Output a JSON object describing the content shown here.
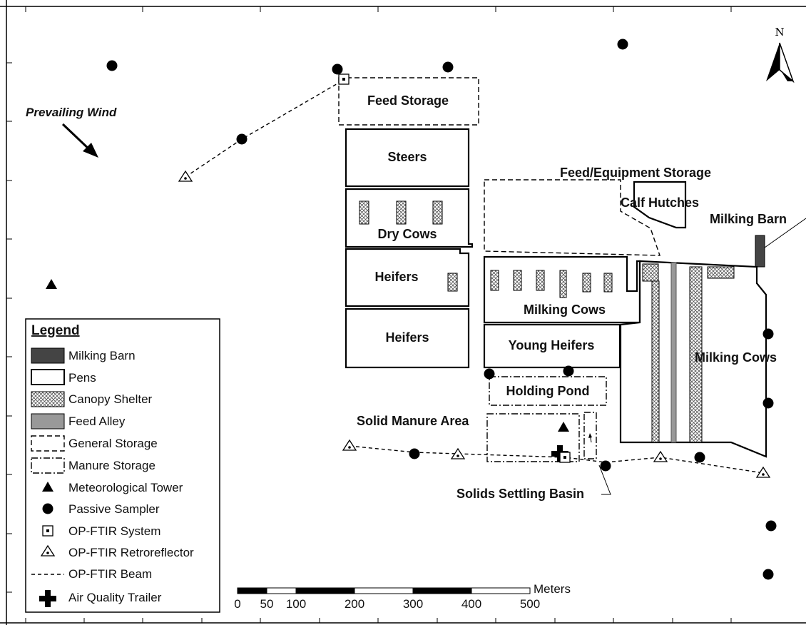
{
  "labels": {
    "prevailing_wind": "Prevailing Wind",
    "north": "N",
    "feed_storage": "Feed Storage",
    "steers": "Steers",
    "dry_cows": "Dry Cows",
    "heifers_1": "Heifers",
    "heifers_2": "Heifers",
    "feed_equipment_storage": "Feed/Equipment Storage",
    "calf_hutches": "Calf Hutches",
    "milking_barn": "Milking Barn",
    "milking_cows_1": "Milking Cows",
    "milking_cows_2": "Milking Cows",
    "young_heifers": "Young Heifers",
    "holding_pond": "Holding Pond",
    "solid_manure_area": "Solid Manure Area",
    "solids_settling_basin": "Solids Settling Basin"
  },
  "legend": {
    "title": "Legend",
    "items": [
      {
        "symbol": "milking-barn",
        "label": "Milking Barn"
      },
      {
        "symbol": "pens",
        "label": "Pens"
      },
      {
        "symbol": "canopy-shelter",
        "label": "Canopy Shelter"
      },
      {
        "symbol": "feed-alley",
        "label": "Feed Alley"
      },
      {
        "symbol": "general-storage",
        "label": "General Storage"
      },
      {
        "symbol": "manure-storage",
        "label": "Manure Storage"
      },
      {
        "symbol": "meteorological-tower",
        "label": "Meteorological Tower"
      },
      {
        "symbol": "passive-sampler",
        "label": "Passive Sampler"
      },
      {
        "symbol": "op-ftir-system",
        "label": "OP-FTIR System"
      },
      {
        "symbol": "op-ftir-retroreflector",
        "label": "OP-FTIR Retroreflector"
      },
      {
        "symbol": "op-ftir-beam",
        "label": "OP-FTIR Beam"
      },
      {
        "symbol": "air-quality-trailer",
        "label": "Air Quality Trailer"
      }
    ]
  },
  "scale_bar": {
    "unit": "Meters",
    "ticks": [
      "0",
      "50",
      "100",
      "200",
      "300",
      "400",
      "500"
    ]
  },
  "colors": {
    "milking_barn": "#444444",
    "feed_alley": "#999999",
    "outline": "#000000"
  }
}
